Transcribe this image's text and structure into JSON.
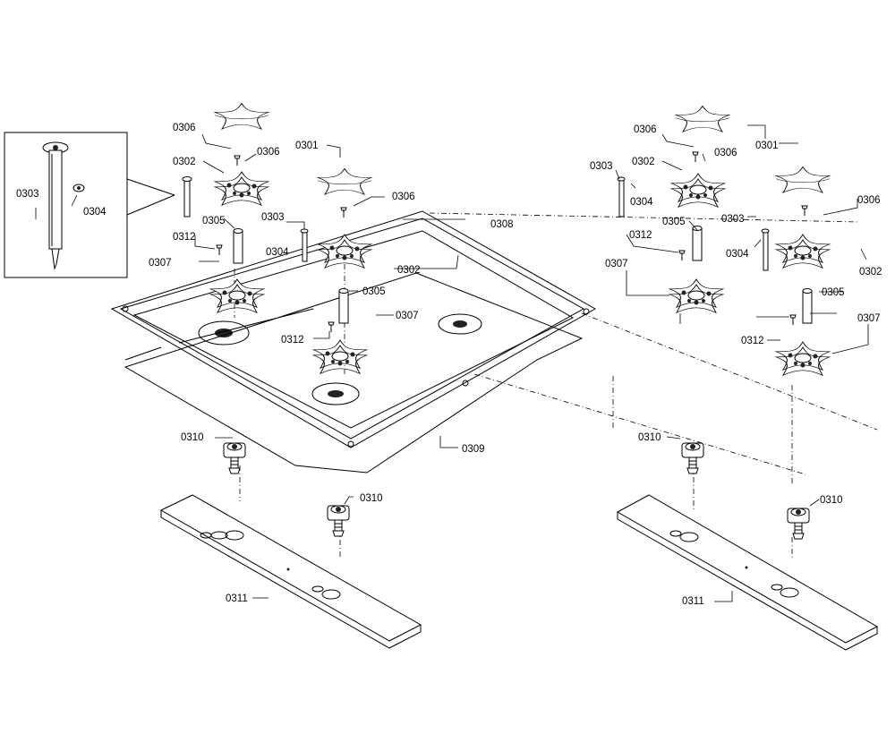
{
  "labels": {
    "l0303_inset": "0303",
    "l0304_inset": "0304",
    "l0306_a": "0306",
    "l0306_b": "0306",
    "l0301_a": "0301",
    "l0302_a": "0302",
    "l0312_a": "0312",
    "l0305_a": "0305",
    "l0307_a": "0307",
    "l0306_c": "0306",
    "l0303_a": "0303",
    "l0304_a": "0304",
    "l0308": "0308",
    "l0302_b": "0302",
    "l0305_b": "0305",
    "l0307_b": "0307",
    "l0312_b": "0312",
    "l0309": "0309",
    "l0310_a": "0310",
    "l0310_b": "0310",
    "l0311_a": "0311",
    "l0306_r1": "0306",
    "l0301_r": "0301",
    "l0303_r1": "0303",
    "l0302_r1": "0302",
    "l0306_r2": "0306",
    "l0304_r1": "0304",
    "l0306_r3": "0306",
    "l0305_r1": "0305",
    "l0303_r2": "0303",
    "l0312_r1": "0312",
    "l0304_r2": "0304",
    "l0302_r2": "0302",
    "l0307_r1": "0307",
    "l0305_r2": "0305",
    "l0307_r2": "0307",
    "l0312_r2": "0312",
    "l0310_r1": "0310",
    "l0310_r2": "0310",
    "l0311_r": "0311"
  }
}
